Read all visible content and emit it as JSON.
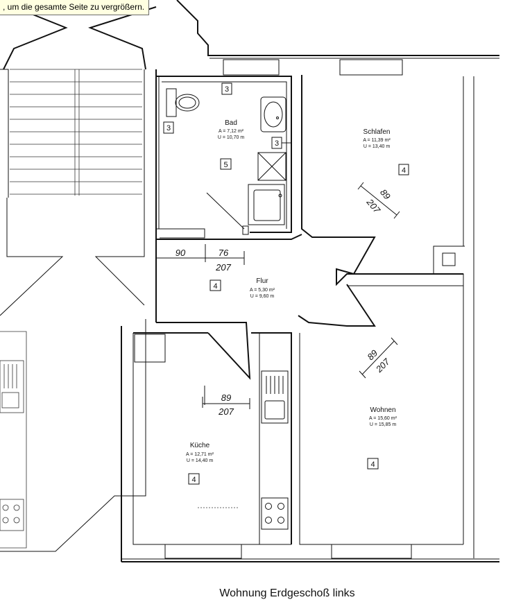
{
  "tooltip": {
    "text": ", um die gesamte Seite zu vergrößern."
  },
  "rooms": {
    "bad": {
      "name": "Bad",
      "area": "A = 7,12 m²",
      "perimeter": "U = 10,70 m",
      "tag": "5"
    },
    "schlafen": {
      "name": "Schlafen",
      "area": "A = 11,39 m²",
      "perimeter": "U = 13,40 m",
      "tag": "4"
    },
    "flur": {
      "name": "Flur",
      "area": "A = 5,30 m²",
      "perimeter": "U = 9,60 m",
      "tag": "4"
    },
    "kueche": {
      "name": "Küche",
      "area": "A = 12,71 m²",
      "perimeter": "U = 14,40 m",
      "tag": "4"
    },
    "wohnen": {
      "name": "Wohnen",
      "area": "A = 15,60 m²",
      "perimeter": "U = 15,85 m",
      "tag": "4"
    }
  },
  "wall_tags": {
    "bad_top": "3",
    "bad_left": "3",
    "bad_right": "3"
  },
  "dimensions": {
    "flur_left": "90",
    "flur_mid": "76",
    "flur_total": "207",
    "schlafen_door_width": "89",
    "schlafen_door_height": "207",
    "wohnen_door_width": "89",
    "wohnen_door_height": "207",
    "kueche_door_width": "89",
    "kueche_door_height": "207"
  },
  "caption": "Wohnung Erdgeschoß links"
}
